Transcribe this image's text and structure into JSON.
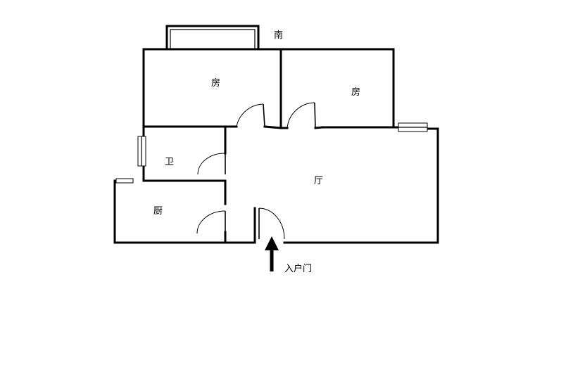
{
  "plan": {
    "orientation": "南",
    "rooms": {
      "bedroom_1": "房",
      "bedroom_2": "房",
      "bathroom": "卫",
      "living_room": "厅",
      "kitchen": "厨"
    },
    "entrance": "入户门"
  }
}
